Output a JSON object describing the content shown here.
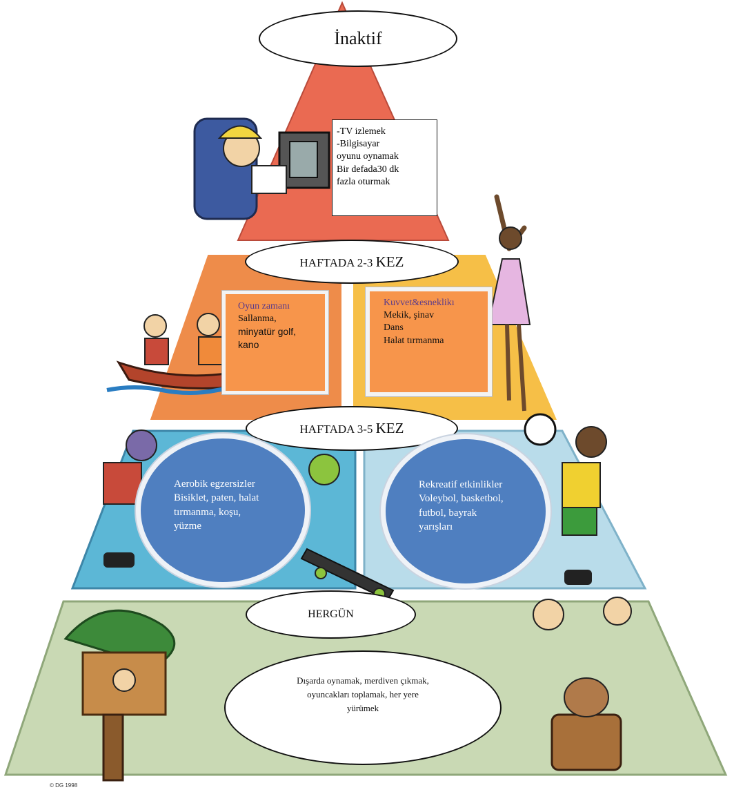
{
  "levels": {
    "top": {
      "title": "İnaktif",
      "items": [
        "-TV izlemek",
        "-Bilgisayar",
        "oyunu oynamak",
        "Bir defada30 dk",
        "fazla oturmak"
      ]
    },
    "second": {
      "title_prefix": "HAFTADA 2-3 ",
      "title_suffix": "KEZ",
      "left_box": {
        "heading": "Oyun zamanı",
        "items": [
          "Sallanma,",
          "minyatür golf,",
          "kano"
        ]
      },
      "right_box": {
        "heading": "Kuvvet&esneklikı",
        "items": [
          "Mekik, şinav",
          "Dans",
          "Halat tırmanma"
        ]
      }
    },
    "third": {
      "title_prefix": "HAFTADA 3-5 ",
      "title_suffix": "KEZ",
      "left_circle": {
        "items": [
          "Aerobik egzersizler",
          "Bisiklet, paten, halat",
          "tırmanma, koşu,",
          "yüzme"
        ]
      },
      "right_circle": {
        "items": [
          "Rekreatif etkinlikler",
          "Voleybol, basketbol,",
          "futbol, bayrak",
          "yarışları"
        ]
      }
    },
    "bottom": {
      "title": "HERGÜN",
      "items": [
        "Dışarda oynamak, merdiven çıkmak,",
        "oyuncakları toplamak, her yere",
        "yürümek"
      ]
    }
  },
  "copyright": "© DG 1998",
  "colors": {
    "top": "#ea6a52",
    "second_left": "#ee8c4a",
    "second_right": "#f6bf47",
    "third_left": "#5cb7d6",
    "third_right": "#b9dcea",
    "bottom": "#c9d9b4",
    "orange_box": "#f7954b",
    "blue_circle": "#4f7fc0"
  }
}
